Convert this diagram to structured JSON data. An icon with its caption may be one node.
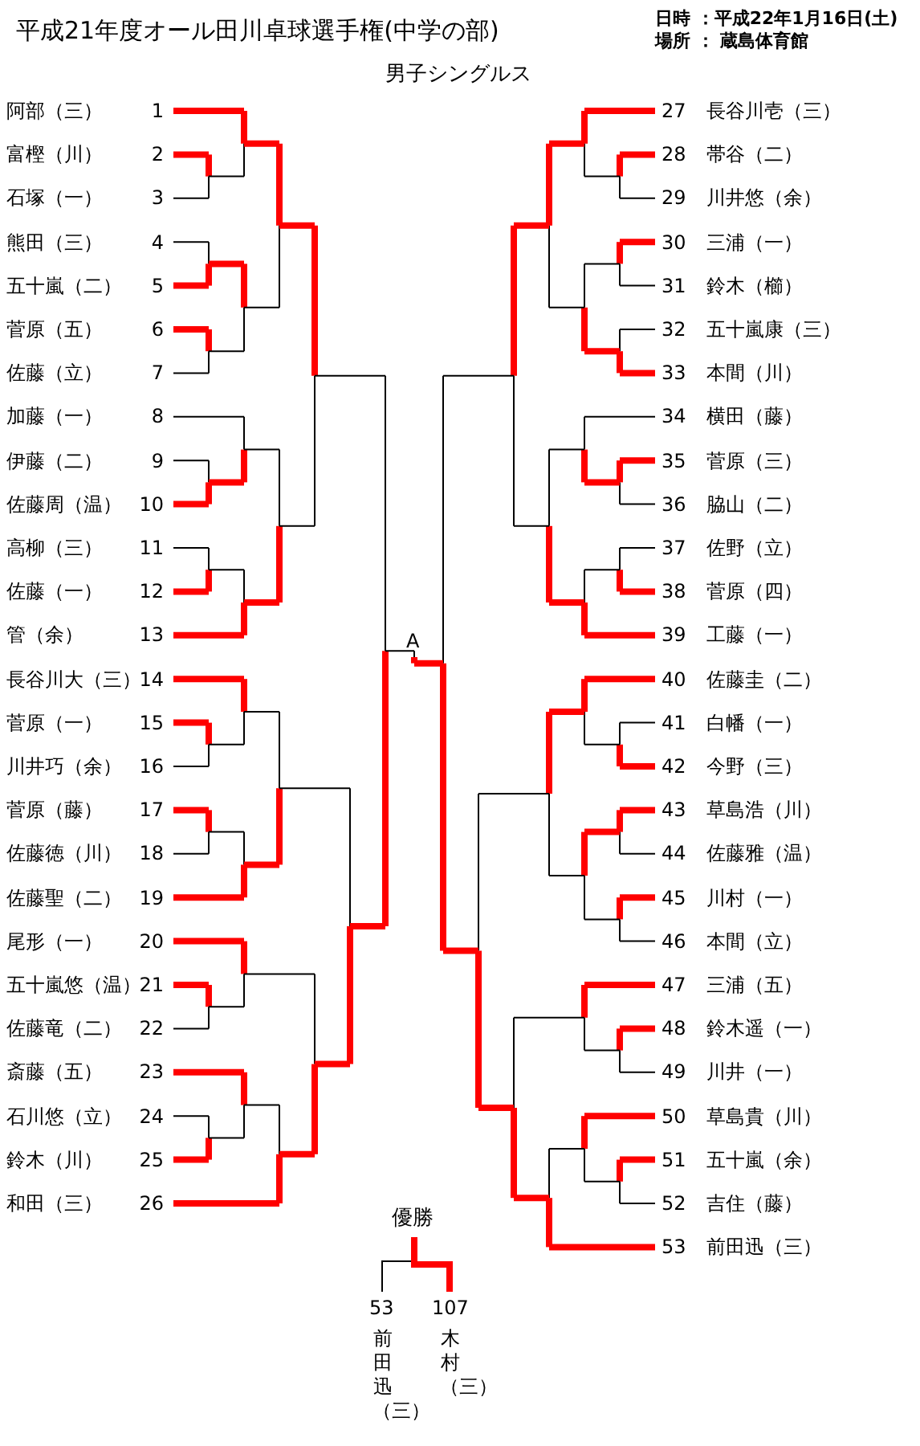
{
  "diagram": {
    "title": "平成21年度オール田川卓球選手権(中学の部)",
    "labels": [
      "日時 ：平成22年1月16日(土)",
      "場所 ： 蔵島体育館",
      "男子シングルス",
      "阿部（三）",
      "1",
      "富樫（川）",
      "2",
      "石塚（一）",
      "3",
      "熊田（三）",
      "4",
      "五十嵐（二）",
      "5",
      "菅原（五）",
      "6",
      "佐藤（立）",
      "7",
      "加藤（一）",
      "8",
      "伊藤（二）",
      "9",
      "佐藤周（温）",
      "10",
      "高柳（三）",
      "11",
      "佐藤（一）",
      "12",
      "管（余）",
      "13",
      "長谷川大（三）",
      "14",
      "菅原（一）",
      "15",
      "川井巧（余）",
      "16",
      "菅原（藤）",
      "17",
      "佐藤徳（川）",
      "18",
      "佐藤聖（二）",
      "19",
      "尾形（一）",
      "20",
      "五十嵐悠（温）",
      "21",
      "佐藤竜（二）",
      "22",
      "斎藤（五）",
      "23",
      "石川悠（立）",
      "24",
      "鈴木（川）",
      "25",
      "和田（三）",
      "26",
      "長谷川壱（三）",
      "27",
      "帯谷（二）",
      "28",
      "川井悠（余）",
      "29",
      "三浦（一）",
      "30",
      "鈴木（櫛）",
      "31",
      "五十嵐康（三）",
      "32",
      "本間（川）",
      "33",
      "横田（藤）",
      "34",
      "菅原（三）",
      "35",
      "脇山（二）",
      "36",
      "佐野（立）",
      "37",
      "菅原（四）",
      "38",
      "工藤（一）",
      "39",
      "佐藤圭（二）",
      "40",
      "白幡（一）",
      "41",
      "今野（三）",
      "42",
      "草島浩（川）",
      "43",
      "佐藤雅（温）",
      "44",
      "川村（一）",
      "45",
      "本間（立）",
      "46",
      "三浦（五）",
      "47",
      "鈴木遥（一）",
      "48",
      "川井（一）",
      "49",
      "草島貴（川）",
      "50",
      "五十嵐（余）",
      "51",
      "吉住（藤）",
      "52",
      "前田迅（三）",
      "53",
      "A",
      "優勝",
      "53",
      "前田迅（三）",
      "107",
      "木村（三）"
    ]
  }
}
